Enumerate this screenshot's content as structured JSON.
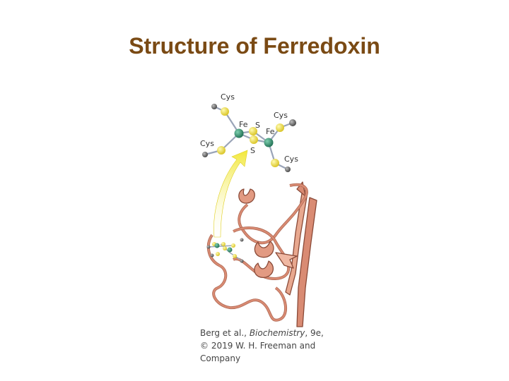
{
  "slide": {
    "title": "Structure of Ferredoxin"
  },
  "cluster_labels": {
    "cys_top": "Cys",
    "cys_left": "Cys",
    "cys_right_top": "Cys",
    "cys_right_bottom": "Cys",
    "fe_left": "Fe",
    "fe_right": "Fe",
    "s_top": "S",
    "s_bottom": "S"
  },
  "caption": {
    "part1": "Berg et al., ",
    "italic": "Biochemistry",
    "part2": ", 9e,",
    "line2": "© 2019 W. H. Freeman and",
    "line3": "Company"
  },
  "colors": {
    "title": "#7a4a14",
    "ribbon": "#d98b73",
    "ribbon_edge": "#8a4a38",
    "iron": "#2e8b6a",
    "sulfur": "#f2e24a",
    "carbon": "#6b6b6b",
    "arrow": "#f5ec3a"
  }
}
